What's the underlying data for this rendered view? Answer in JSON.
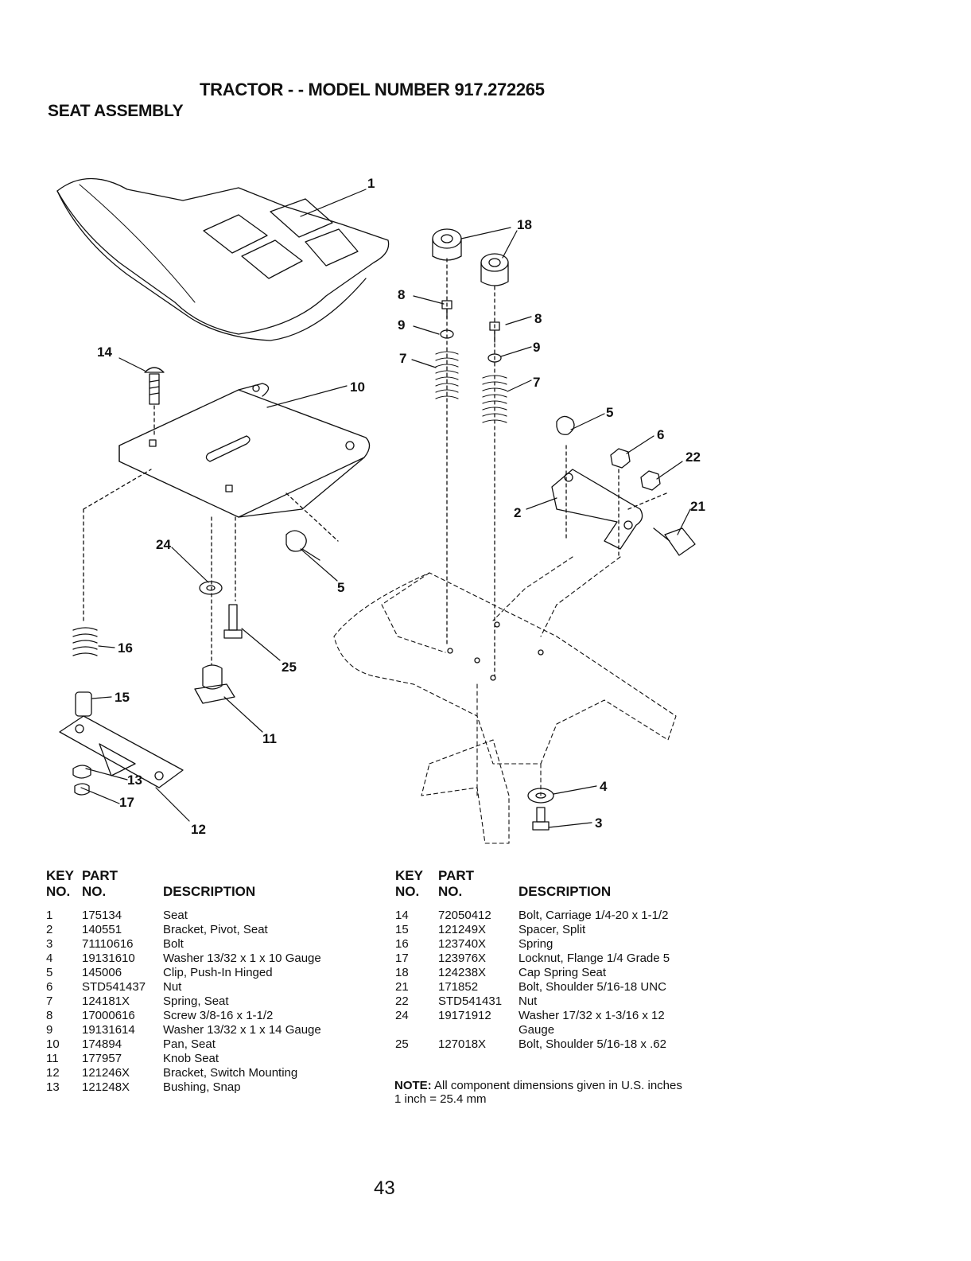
{
  "header": {
    "title": "TRACTOR - - MODEL NUMBER 917.272265",
    "section": "SEAT ASSEMBLY"
  },
  "diagram": {
    "callouts": [
      "1",
      "18",
      "8",
      "9",
      "7",
      "8",
      "9",
      "7",
      "5",
      "6",
      "22",
      "21",
      "2",
      "14",
      "10",
      "24",
      "5",
      "16",
      "25",
      "15",
      "11",
      "13",
      "17",
      "12",
      "4",
      "3"
    ]
  },
  "table_headers": {
    "key": "KEY",
    "no": "NO.",
    "part": "PART",
    "part_no": "NO.",
    "description": "DESCRIPTION"
  },
  "parts_left": [
    {
      "key": "1",
      "part": "175134",
      "description": "Seat"
    },
    {
      "key": "2",
      "part": "140551",
      "description": "Bracket, Pivot, Seat"
    },
    {
      "key": "3",
      "part": "71110616",
      "description": "Bolt"
    },
    {
      "key": "4",
      "part": "19131610",
      "description": "Washer 13/32 x 1 x 10 Gauge"
    },
    {
      "key": "5",
      "part": "145006",
      "description": "Clip, Push-In Hinged"
    },
    {
      "key": "6",
      "part": "STD541437",
      "description": "Nut"
    },
    {
      "key": "7",
      "part": "124181X",
      "description": "Spring, Seat"
    },
    {
      "key": "8",
      "part": "17000616",
      "description": "Screw 3/8-16 x 1-1/2"
    },
    {
      "key": "9",
      "part": "19131614",
      "description": "Washer 13/32 x 1 x 14 Gauge"
    },
    {
      "key": "10",
      "part": "174894",
      "description": "Pan, Seat"
    },
    {
      "key": "11",
      "part": "177957",
      "description": "Knob Seat"
    },
    {
      "key": "12",
      "part": "121246X",
      "description": "Bracket, Switch Mounting"
    },
    {
      "key": "13",
      "part": "121248X",
      "description": "Bushing, Snap"
    }
  ],
  "parts_right": [
    {
      "key": "14",
      "part": "72050412",
      "description": "Bolt, Carriage 1/4-20 x 1-1/2"
    },
    {
      "key": "15",
      "part": "121249X",
      "description": "Spacer, Split"
    },
    {
      "key": "16",
      "part": "123740X",
      "description": "Spring"
    },
    {
      "key": "17",
      "part": "123976X",
      "description": "Locknut, Flange 1/4 Grade 5"
    },
    {
      "key": "18",
      "part": "124238X",
      "description": "Cap Spring Seat"
    },
    {
      "key": "21",
      "part": "171852",
      "description": "Bolt, Shoulder 5/16-18 UNC"
    },
    {
      "key": "22",
      "part": "STD541431",
      "description": "Nut"
    },
    {
      "key": "24",
      "part": "19171912",
      "description": "Washer 17/32 x 1-3/16 x 12",
      "description_cont": "Gauge"
    },
    {
      "key": "25",
      "part": "127018X",
      "description": "Bolt, Shoulder 5/16-18 x .62"
    }
  ],
  "note": {
    "label": "NOTE:",
    "text": "All component dimensions given in U.S. inches",
    "line2": "1 inch = 25.4 mm"
  },
  "page_number": "43"
}
